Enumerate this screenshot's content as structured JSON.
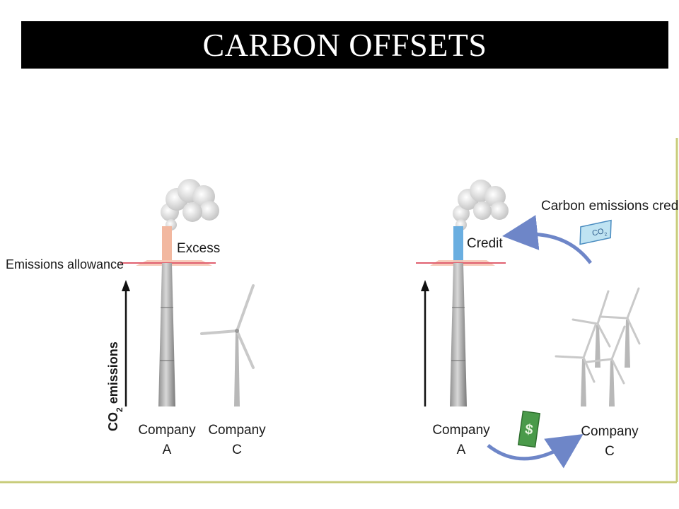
{
  "title": "CARBON OFFSETS",
  "left_panel": {
    "excess_label": "Excess",
    "allowance_label": "Emissions allowance",
    "axis_label_prefix": "CO",
    "axis_label_sub": "2",
    "axis_label_suffix": " emissions",
    "company_a_line1": "Company",
    "company_a_line2": "A",
    "company_c_line1": "Company",
    "company_c_line2": "C"
  },
  "right_panel": {
    "credit_label": "Credit",
    "carbon_credit_label": "Carbon emissions credit",
    "co2_ticket_prefix": "CO",
    "co2_ticket_sub": "2",
    "dollar_symbol": "$",
    "company_a_line1": "Company",
    "company_a_line2": "A",
    "company_c_line1": "Company",
    "company_c_line2": "C"
  },
  "colors": {
    "title_bg": "#000000",
    "title_text": "#ffffff",
    "frame_border": "#c8cc7a",
    "allowance_line": "#e06070",
    "excess_fill": "#f2b8a0",
    "credit_fill": "#6aaee0",
    "arrow_blue": "#6e86c8",
    "ticket_fill": "#bfe3f2",
    "money_green": "#4a9a4a"
  }
}
